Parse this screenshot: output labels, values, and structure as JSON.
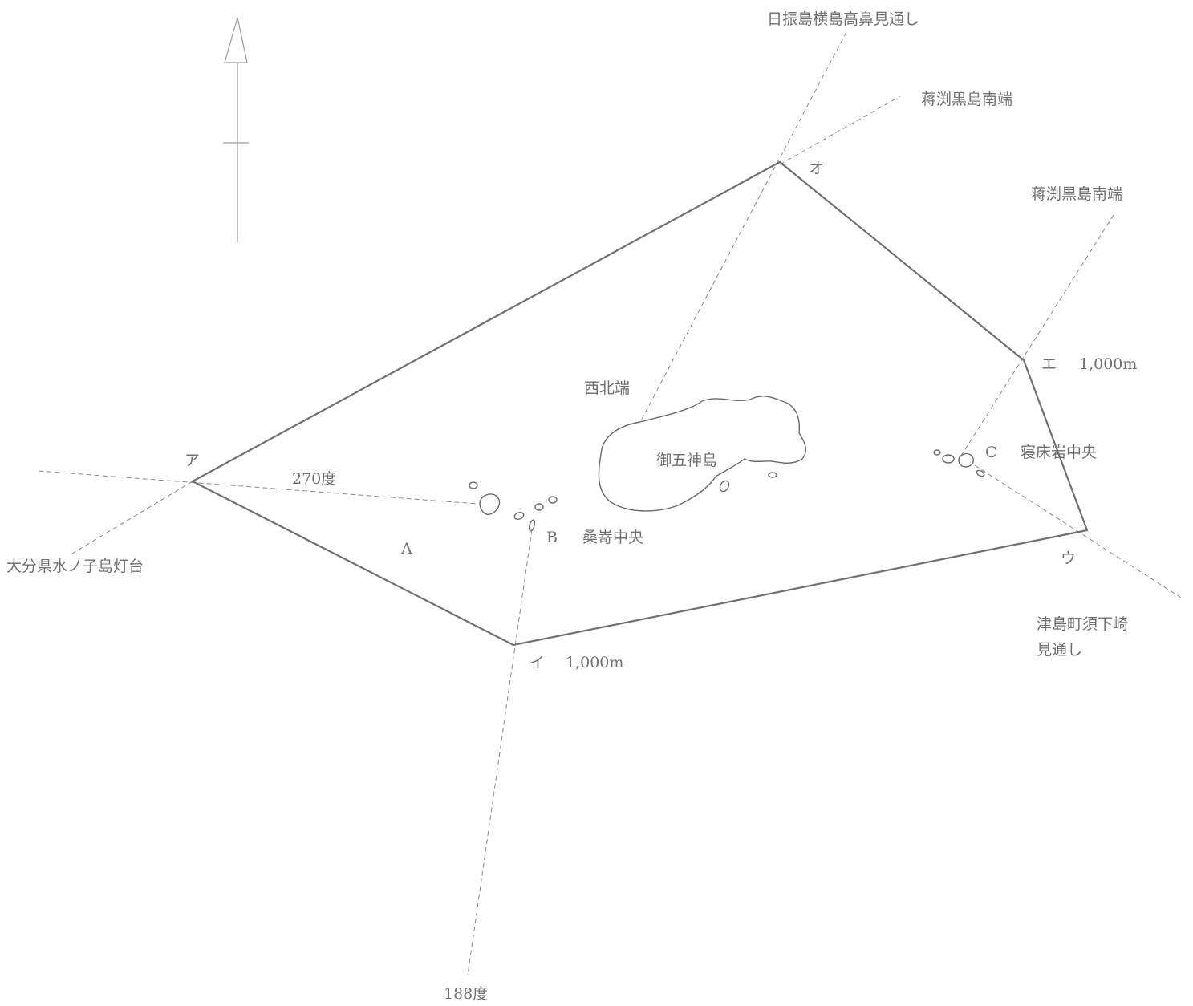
{
  "colors": {
    "line": "#707070",
    "dashed": "#8a8a8a",
    "text": "#6f6f6f",
    "background": "#ffffff"
  },
  "points": {
    "a": "ア",
    "i": "イ",
    "u": "ウ",
    "e": "エ",
    "o": "オ"
  },
  "distances": {
    "i": "1,000m",
    "e": "1,000m"
  },
  "reference_marks": {
    "a": "A",
    "b": "B",
    "c": "C"
  },
  "place_labels": {
    "mizunokojima_lighthouse": "大分県水ノ子島灯台",
    "hiburijima_sight": "日振島横島高鼻見通し",
    "kurojima_south_1": "蒋渕黒島南端",
    "kurojima_south_2": "蒋渕黒島南端",
    "tsushima_sight_line1": "津島町須下崎",
    "tsushima_sight_line2": "見通し",
    "northwest_end": "西北端",
    "gokamijima": "御五神島",
    "kuwagi_center": "桑嵜中央",
    "nedokoiwa_center": "寝床岩中央"
  },
  "bearings": {
    "west": "270度",
    "south": "188度"
  },
  "icons": {
    "north_arrow": "north-arrow-icon"
  }
}
